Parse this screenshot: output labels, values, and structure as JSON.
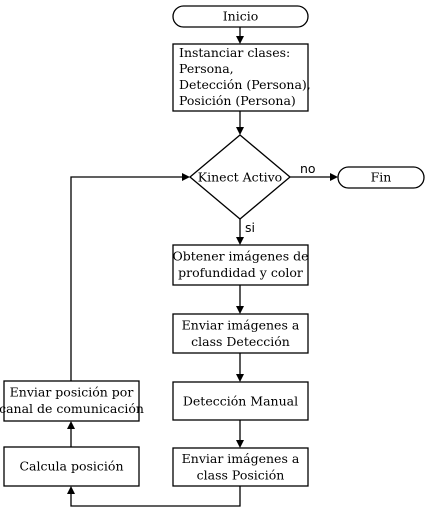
{
  "diagram": {
    "start": "Inicio",
    "instanciar": [
      "Instanciar clases:",
      "Persona,",
      "Detección (Persona),",
      "Posición (Persona)"
    ],
    "decision": "Kinect Activo",
    "fin": "Fin",
    "obtener": [
      "Obtener imágenes de",
      "profundidad y color"
    ],
    "enviar_deteccion": [
      "Enviar imágenes a",
      "class Detección"
    ],
    "deteccion_manual": "Detección Manual",
    "enviar_posicion": [
      "Enviar imágenes a",
      "class Posición"
    ],
    "calcula": "Calcula posición",
    "enviar_canal": [
      "Enviar posición por",
      "canal de comunicación"
    ],
    "label_no": "no",
    "label_si": "si"
  }
}
